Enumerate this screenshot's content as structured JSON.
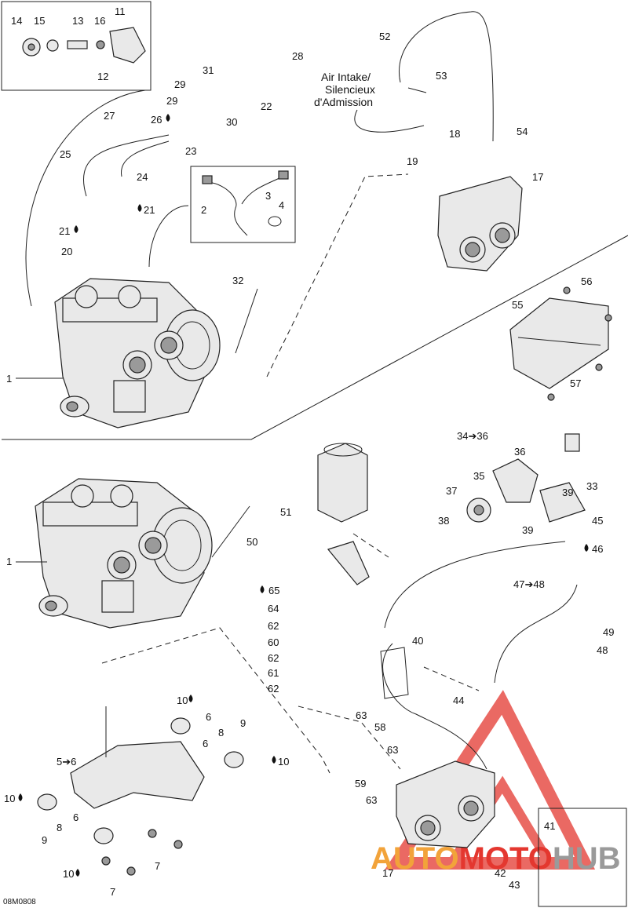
{
  "diagram": {
    "code": "08M0808",
    "air_intake_note": [
      "Air Intake/",
      "Silencieux",
      "d'Admission"
    ],
    "watermark": {
      "part1": "AUTO",
      "part2": "MOTO",
      "part3": "HUB"
    },
    "callouts": {
      "c1a": "1",
      "c1b": "1",
      "c2": "2",
      "c3": "3",
      "c4": "4",
      "c5": "5➔6",
      "c6a": "6",
      "c6b": "6",
      "c6c": "6",
      "c7a": "7",
      "c7b": "7",
      "c8a": "8",
      "c8b": "8",
      "c9a": "9",
      "c9b": "9",
      "c10a": "10",
      "c10b": "10",
      "c10c": "10",
      "c10d": "10",
      "c11": "11",
      "c12": "12",
      "c13": "13",
      "c14": "14",
      "c15": "15",
      "c16": "16",
      "c17a": "17",
      "c17b": "17",
      "c18": "18",
      "c19": "19",
      "c20": "20",
      "c21a": "21",
      "c21b": "21",
      "c22": "22",
      "c23": "23",
      "c24": "24",
      "c25": "25",
      "c26": "26",
      "c27": "27",
      "c28": "28",
      "c29a": "29",
      "c29b": "29",
      "c30": "30",
      "c31": "31",
      "c32": "32",
      "c33": "33",
      "c34": "34➔36",
      "c35": "35",
      "c36": "36",
      "c37": "37",
      "c38": "38",
      "c39a": "39",
      "c39b": "39",
      "c40": "40",
      "c41": "41",
      "c42": "42",
      "c43": "43",
      "c44": "44",
      "c45": "45",
      "c46": "46",
      "c47": "47➔48",
      "c48": "48",
      "c49": "49",
      "c50": "50",
      "c51": "51",
      "c52": "52",
      "c53": "53",
      "c54": "54",
      "c55": "55",
      "c56": "56",
      "c57": "57",
      "c58": "58",
      "c59": "59",
      "c60": "60",
      "c61": "61",
      "c62a": "62",
      "c62b": "62",
      "c62c": "62",
      "c63a": "63",
      "c63b": "63",
      "c63c": "63",
      "c64": "64",
      "c65": "65"
    }
  }
}
